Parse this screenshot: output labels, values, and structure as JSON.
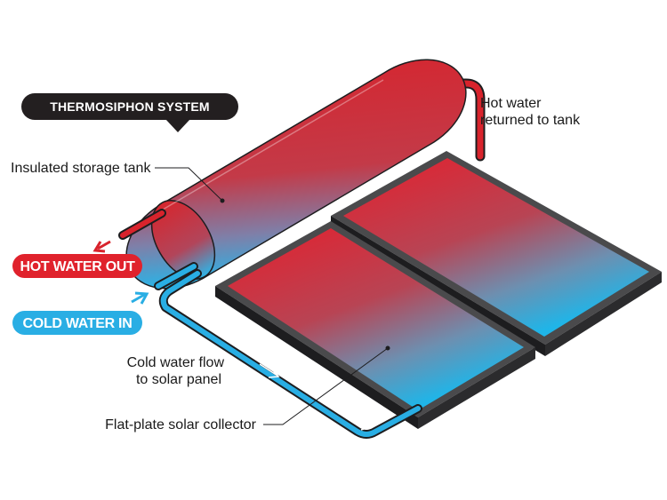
{
  "title": "THERMOSIPHON SYSTEM",
  "labels": {
    "tank": "Insulated storage tank",
    "hot_return_line1": "Hot water",
    "hot_return_line2": "returned to tank",
    "hot_out": "HOT WATER OUT",
    "cold_in": "COLD WATER IN",
    "cold_flow_line1": "Cold water flow",
    "cold_flow_line2": "to solar panel",
    "collector": "Flat-plate solar collector"
  },
  "colors": {
    "hot": "#e0222c",
    "cold": "#29aee4",
    "dark": "#231f20",
    "panel_frame": "#3a3a3c"
  }
}
